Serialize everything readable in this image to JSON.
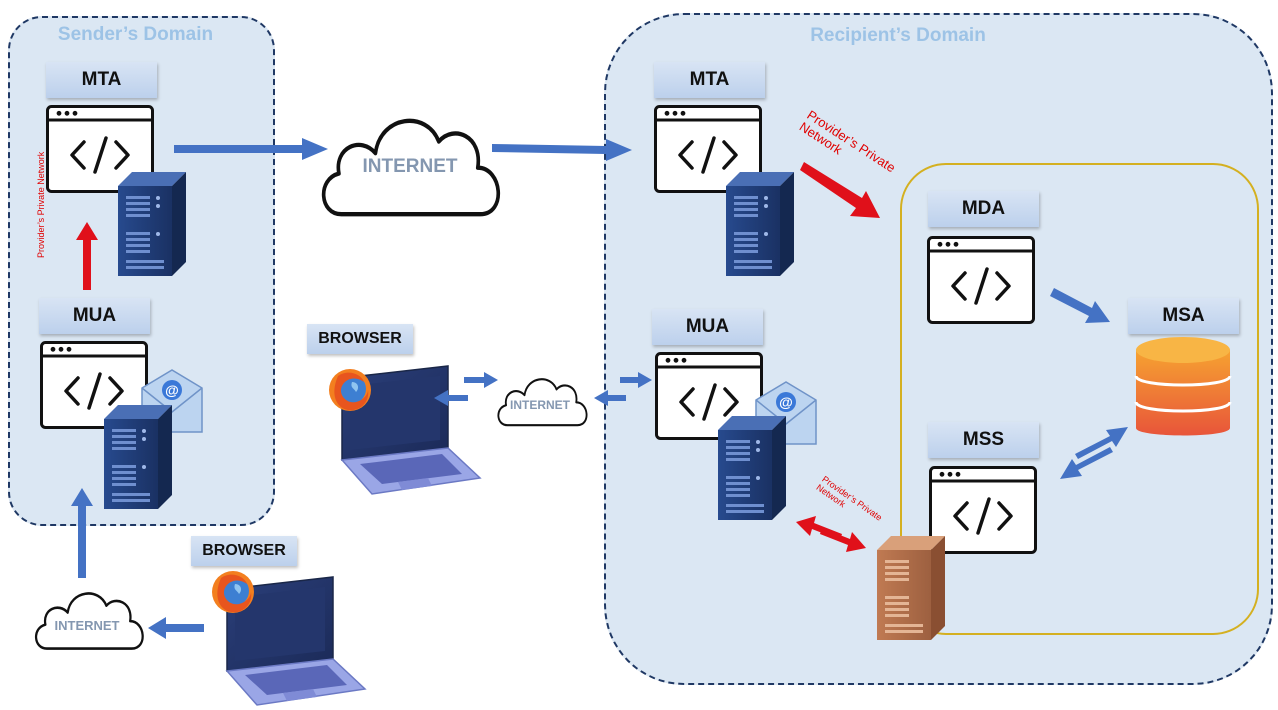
{
  "sender_domain": {
    "title": "Sender’s Domain",
    "mta_label": "MTA",
    "mua_label": "MUA",
    "provider_network_label": "Provider’s Private Network"
  },
  "recipient_domain": {
    "title": "Recipient’s Domain",
    "mta_label": "MTA",
    "mua_label": "MUA",
    "mda_label": "MDA",
    "msa_label": "MSA",
    "mss_label": "MSS",
    "provider_network_label_1": "Provider’s Private Network",
    "provider_network_label_2": "Provider’s Private Network"
  },
  "internet": {
    "main_label": "INTERNET",
    "middle_label": "INTERNET",
    "bottom_label": "INTERNET"
  },
  "browsers": {
    "middle_label": "BROWSER",
    "bottom_label": "BROWSER"
  },
  "colors": {
    "flow_arrow": "#4472c4",
    "private_arrow": "#e0101a",
    "domain_fill": "#dbe7f3",
    "domain_border": "#1f3864",
    "provider_zone_border": "#d4b020",
    "server_blue": "#2e4a86",
    "server_brown": "#b5754f",
    "database_top": "#f4a83a",
    "database_bottom": "#e8553a",
    "domain_title": "#9dc3e6",
    "cloud_text": "#8497b0"
  },
  "icons": [
    "code-window-icon",
    "server-icon",
    "email-icon",
    "cloud-icon",
    "laptop-icon",
    "firefox-icon",
    "database-icon"
  ]
}
